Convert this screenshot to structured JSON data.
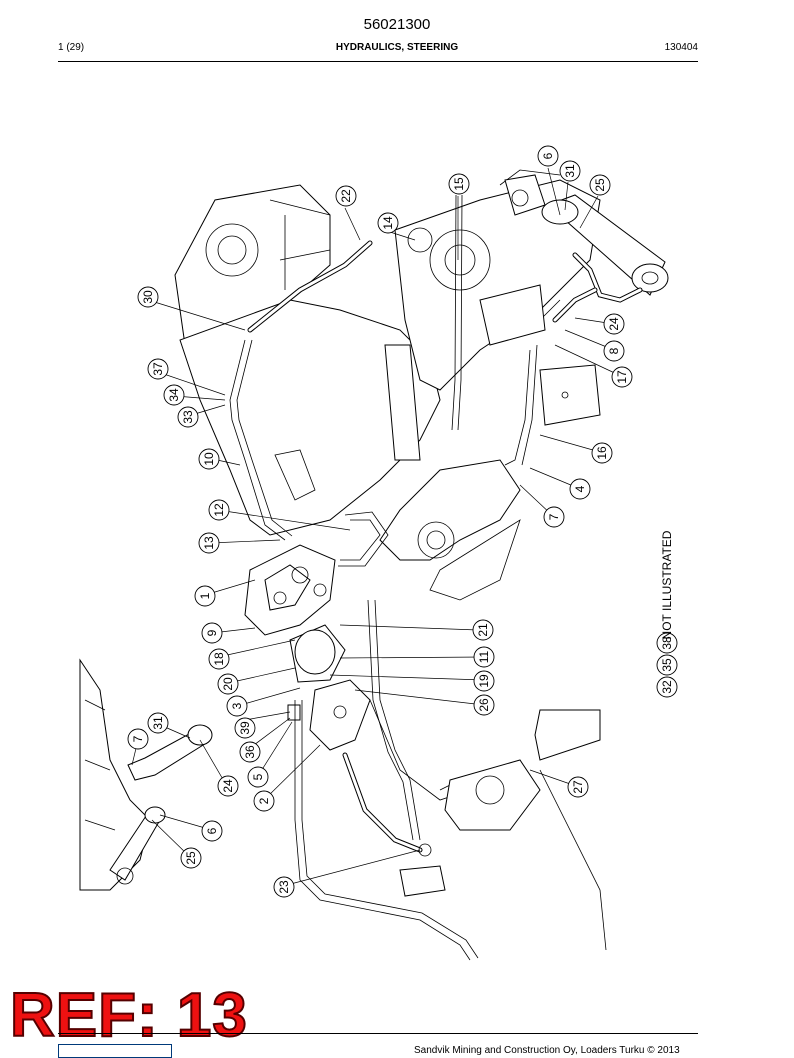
{
  "header": {
    "document_number": "56021300",
    "page": "1 (29)",
    "title": "HYDRAULICS, STEERING",
    "revision": "130404"
  },
  "callouts": [
    "1",
    "2",
    "3",
    "4",
    "5",
    "6",
    "7",
    "8",
    "9",
    "10",
    "11",
    "12",
    "13",
    "14",
    "15",
    "16",
    "17",
    "18",
    "19",
    "20",
    "21",
    "22",
    "23",
    "24",
    "25",
    "26",
    "27",
    "30",
    "31",
    "33",
    "34",
    "36",
    "37",
    "39"
  ],
  "not_illustrated": {
    "items": [
      "32",
      "35",
      "38"
    ],
    "label": "NOT ILLUSTRATED"
  },
  "ref_stamp": "REF: 13",
  "footer": {
    "copyright": "Sandvik Mining and Construction Oy, Loaders Turku © 2013"
  }
}
